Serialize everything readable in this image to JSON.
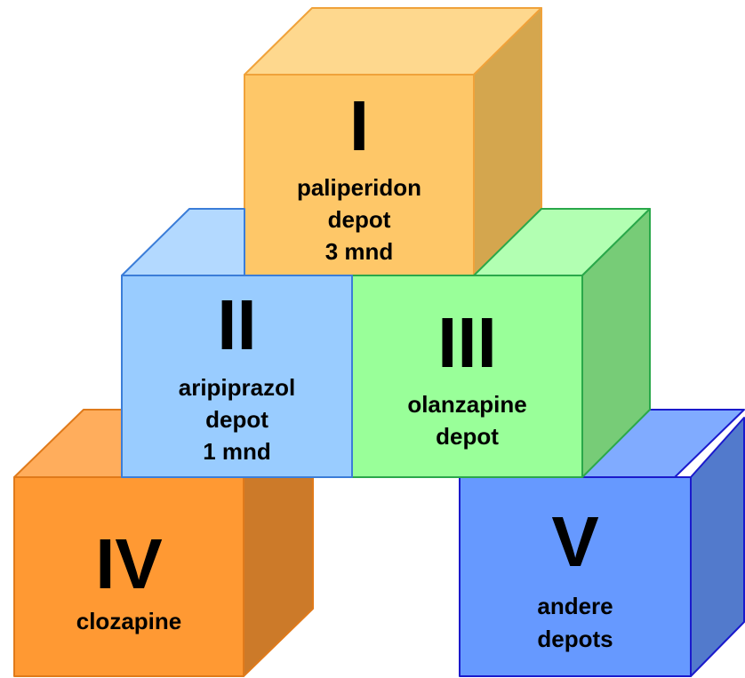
{
  "blocks": {
    "I": {
      "numeral": "I",
      "lines": [
        "paliperidon",
        "depot",
        "3 mnd"
      ],
      "front_color": "#fec768",
      "top_color": "#fed88e",
      "side_color": "#d4a64e",
      "edge_color": "#f0a23a"
    },
    "II": {
      "numeral": "II",
      "lines": [
        "aripiprazol",
        "depot",
        "1 mnd"
      ],
      "front_color": "#99ccff",
      "top_color": "#b3d9ff",
      "side_color": "#7aaee6",
      "edge_color": "#3b7dd8"
    },
    "III": {
      "numeral": "III",
      "lines": [
        "olanzapine",
        "depot"
      ],
      "front_color": "#99ff99",
      "top_color": "#b2ffb2",
      "side_color": "#77cc77",
      "edge_color": "#2aa84a"
    },
    "IV": {
      "numeral": "IV",
      "lines": [
        "clozapine"
      ],
      "front_color": "#ff9933",
      "top_color": "#ffad5c",
      "side_color": "#cc7a29",
      "edge_color": "#e07a1a"
    },
    "V": {
      "numeral": "V",
      "lines": [
        "andere",
        "depots"
      ],
      "front_color": "#6699ff",
      "top_color": "#80abff",
      "side_color": "#527acc",
      "edge_color": "#1a1acc"
    }
  }
}
